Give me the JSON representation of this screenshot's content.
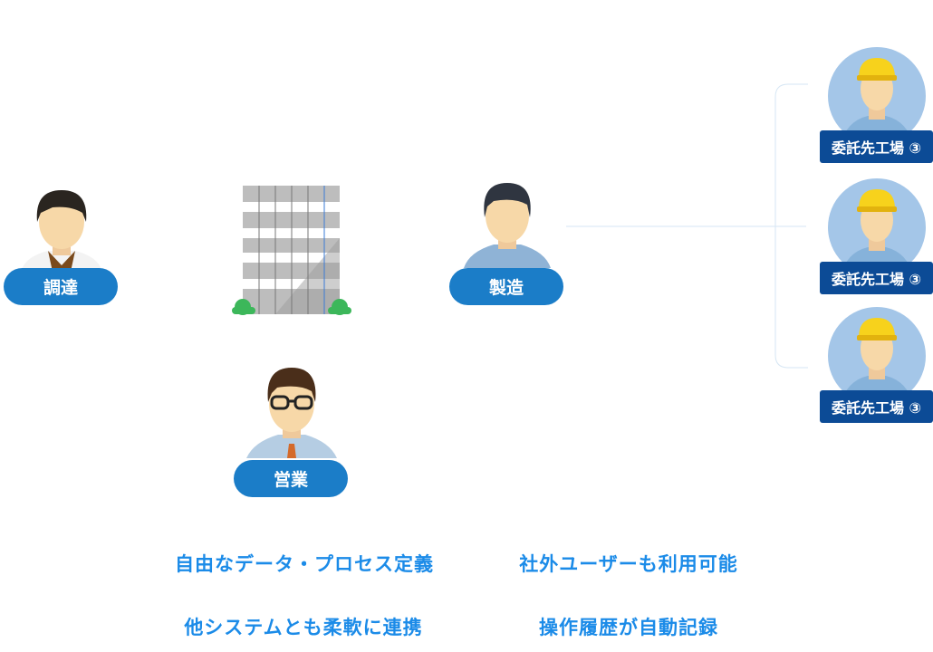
{
  "roles": {
    "procurement": "調達",
    "manufacturing": "製造",
    "sales": "営業"
  },
  "factories": [
    {
      "label": "委託先工場 ③"
    },
    {
      "label": "委託先工場 ③"
    },
    {
      "label": "委託先工場 ③"
    }
  ],
  "features": [
    "自由なデータ・プロセス定義",
    "社外ユーザーも利用可能",
    "他システムとも柔軟に連携",
    "操作履歴が自動記録"
  ],
  "colors": {
    "pill": "#1b7dc8",
    "factory_label": "#0c4b96",
    "feature_text": "#1b8be8"
  }
}
